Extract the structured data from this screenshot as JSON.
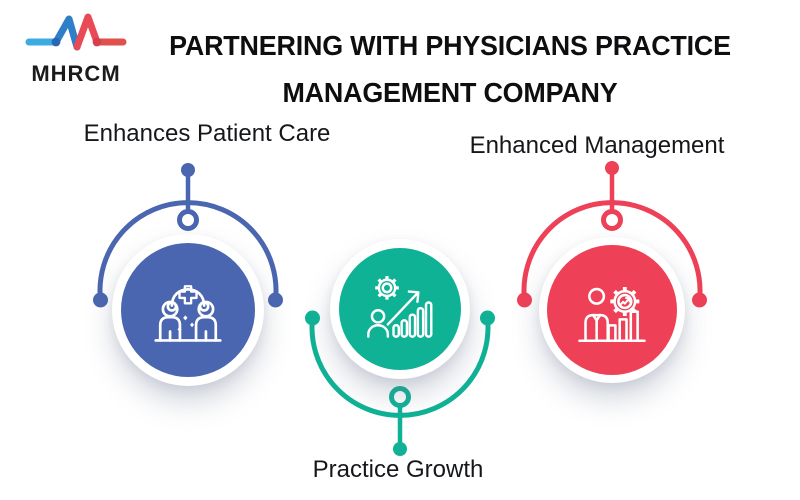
{
  "logo": {
    "text": "MHRCM",
    "pulse_colors": {
      "light_blue": "#3dabe3",
      "dark_blue": "#2e7fc8",
      "junction_blue": "#2a66b4",
      "bright_red": "#e84b56",
      "dark_red": "#e0504c",
      "junction_red": "#d6404e"
    }
  },
  "title": {
    "line1": "PARTNERING WITH PHYSICIANS PRACTICE",
    "line2": "MANAGEMENT COMPANY"
  },
  "nodes": [
    {
      "id": "patient-care",
      "label": "Enhances Patient Care",
      "color": "#4a66b0",
      "icon": "medical-team-icon",
      "label_position": "top"
    },
    {
      "id": "practice-growth",
      "label": "Practice Growth",
      "color": "#10b296",
      "icon": "growth-chart-icon",
      "label_position": "bottom"
    },
    {
      "id": "enhanced-management",
      "label": "Enhanced Management",
      "color": "#ee4057",
      "icon": "management-gear-icon",
      "label_position": "top"
    }
  ]
}
